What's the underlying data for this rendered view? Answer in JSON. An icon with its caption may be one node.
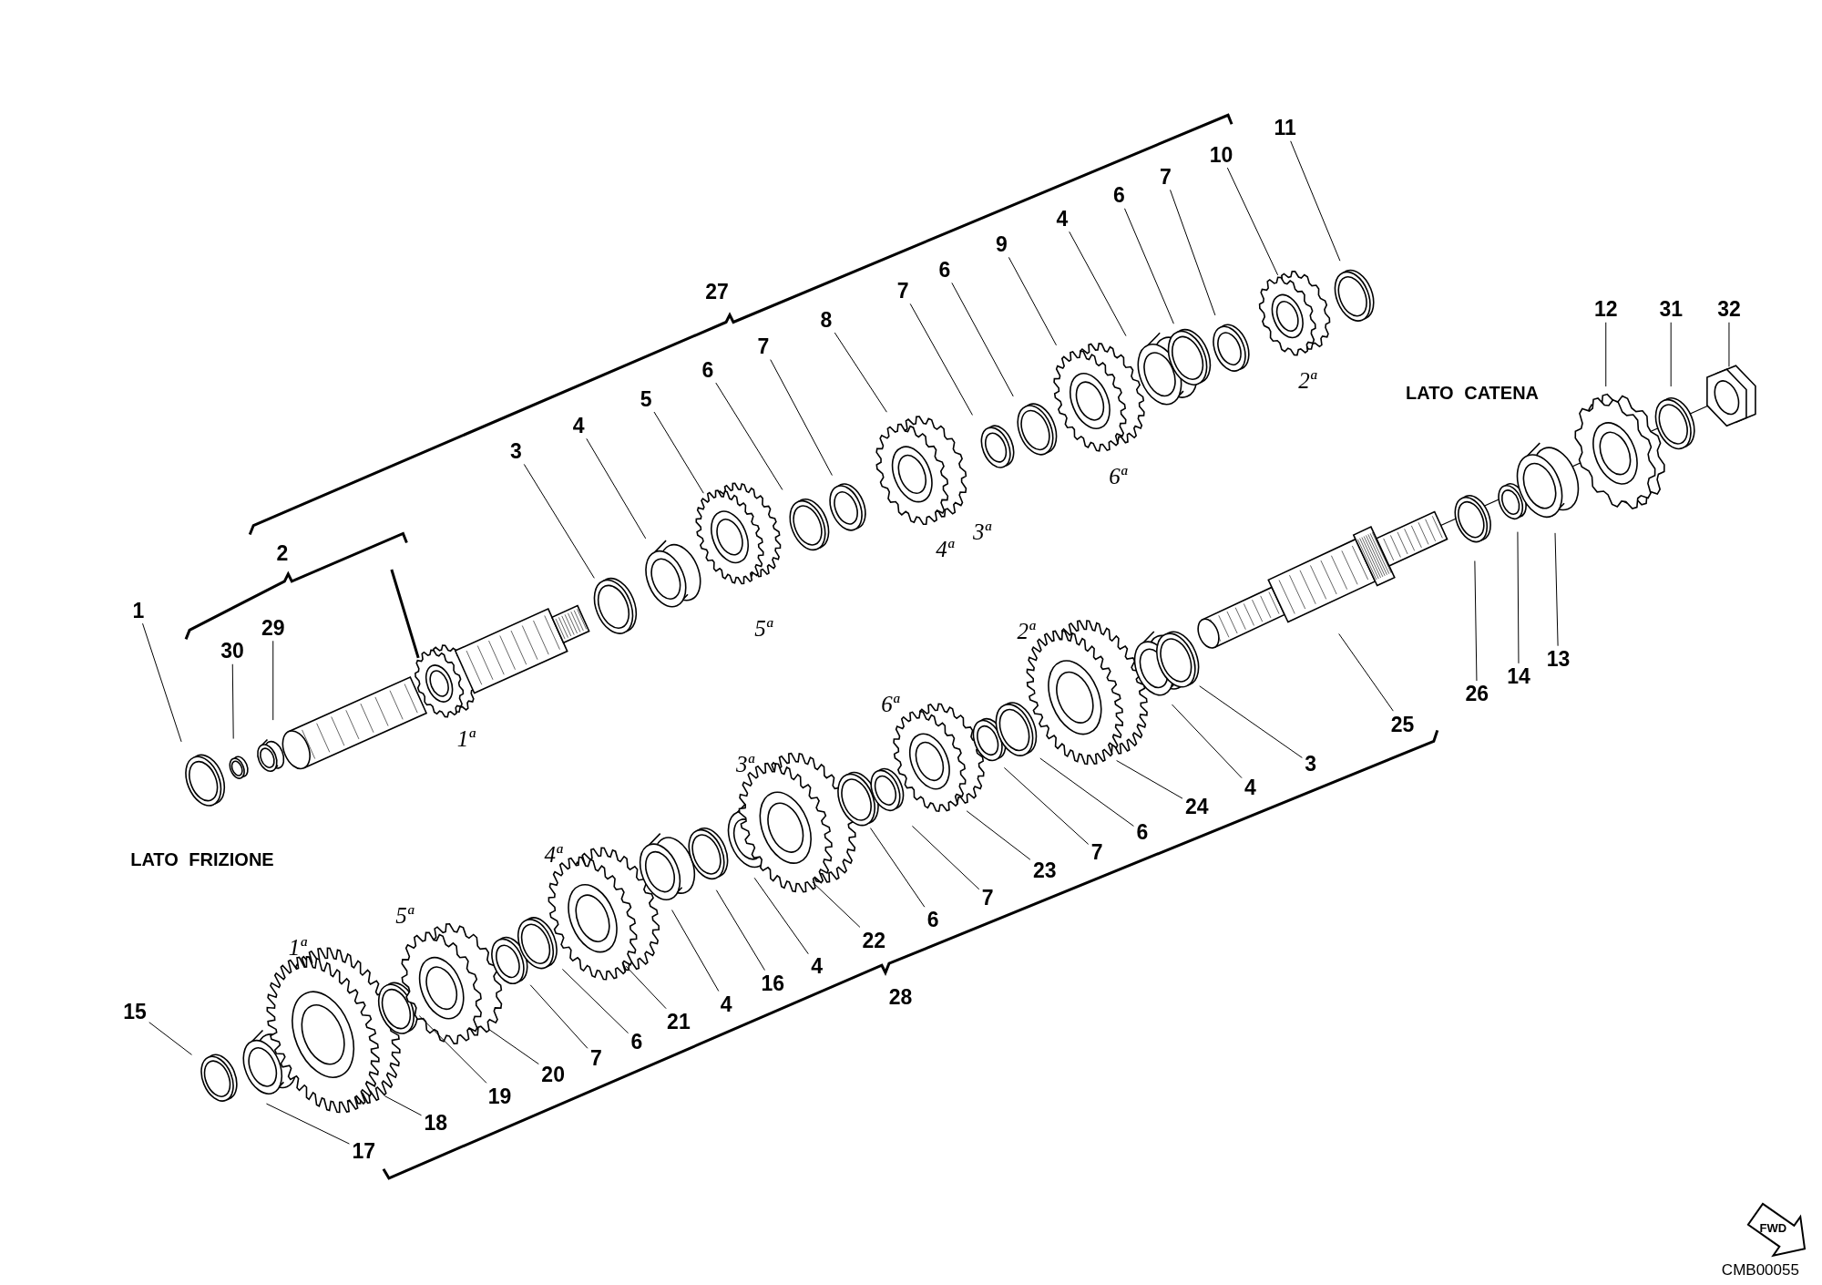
{
  "diagram": {
    "nodes": [
      {
        "text": [
          "1"
        ]
      },
      {
        "text": [
          "30"
        ]
      },
      {
        "text": [
          "29"
        ]
      },
      {
        "text": [
          "3"
        ]
      },
      {
        "text": [
          "4"
        ]
      },
      {
        "text": [
          "5"
        ]
      },
      {
        "text": [
          "6"
        ]
      },
      {
        "text": [
          "7"
        ]
      },
      {
        "text": [
          "8"
        ]
      },
      {
        "text": [
          "7"
        ]
      },
      {
        "text": [
          "6"
        ]
      },
      {
        "text": [
          "9"
        ]
      },
      {
        "text": [
          "4"
        ]
      },
      {
        "text": [
          "6"
        ]
      },
      {
        "text": [
          "7"
        ]
      },
      {
        "text": [
          "10"
        ]
      },
      {
        "text": [
          "11"
        ]
      },
      {
        "text": [
          "12"
        ]
      },
      {
        "text": [
          "31"
        ]
      },
      {
        "text": [
          "32"
        ]
      },
      {
        "text": [
          "26"
        ]
      },
      {
        "text": [
          "14"
        ]
      },
      {
        "text": [
          "13"
        ]
      },
      {
        "text": [
          "25"
        ]
      },
      {
        "text": [
          "3"
        ]
      },
      {
        "text": [
          "4"
        ]
      },
      {
        "text": [
          "24"
        ]
      },
      {
        "text": [
          "6"
        ]
      },
      {
        "text": [
          "7"
        ]
      },
      {
        "text": [
          "23"
        ]
      },
      {
        "text": [
          "7"
        ]
      },
      {
        "text": [
          "6"
        ]
      },
      {
        "text": [
          "22"
        ]
      },
      {
        "text": [
          "4"
        ]
      },
      {
        "text": [
          "16"
        ]
      },
      {
        "text": [
          "4"
        ]
      },
      {
        "text": [
          "21"
        ]
      },
      {
        "text": [
          "6"
        ]
      },
      {
        "text": [
          "7"
        ]
      },
      {
        "text": [
          "20"
        ]
      },
      {
        "text": [
          "19"
        ]
      },
      {
        "text": [
          "18"
        ]
      },
      {
        "text": [
          "17"
        ]
      },
      {
        "text": [
          "15"
        ]
      }
    ],
    "edges": [
      {
        "from": 0,
        "to": null,
        "arrow": "none"
      },
      {
        "from": 1,
        "to": null,
        "arrow": "none"
      },
      {
        "from": 2,
        "to": null,
        "arrow": "none"
      },
      {
        "from": 3,
        "to": null,
        "arrow": "none"
      },
      {
        "from": 4,
        "to": null,
        "arrow": "none"
      },
      {
        "from": 5,
        "to": null,
        "arrow": "none"
      },
      {
        "from": 6,
        "to": null,
        "arrow": "none"
      },
      {
        "from": 7,
        "to": null,
        "arrow": "none"
      },
      {
        "from": 8,
        "to": null,
        "arrow": "none"
      },
      {
        "from": 9,
        "to": null,
        "arrow": "none"
      },
      {
        "from": 10,
        "to": null,
        "arrow": "none"
      },
      {
        "from": 11,
        "to": null,
        "arrow": "none"
      },
      {
        "from": 12,
        "to": null,
        "arrow": "none"
      },
      {
        "from": 13,
        "to": null,
        "arrow": "none"
      },
      {
        "from": 14,
        "to": null,
        "arrow": "none"
      },
      {
        "from": 15,
        "to": null,
        "arrow": "none"
      },
      {
        "from": 16,
        "to": null,
        "arrow": "none"
      },
      {
        "from": 17,
        "to": null,
        "arrow": "none"
      },
      {
        "from": 18,
        "to": null,
        "arrow": "none"
      },
      {
        "from": 19,
        "to": null,
        "arrow": "none"
      },
      {
        "from": 20,
        "to": null,
        "arrow": "none"
      },
      {
        "from": 21,
        "to": null,
        "arrow": "none"
      },
      {
        "from": 22,
        "to": null,
        "arrow": "none"
      },
      {
        "from": 23,
        "to": null,
        "arrow": "none"
      },
      {
        "from": 24,
        "to": null,
        "arrow": "none"
      },
      {
        "from": 25,
        "to": null,
        "arrow": "none"
      },
      {
        "from": 26,
        "to": null,
        "arrow": "none"
      },
      {
        "from": 27,
        "to": null,
        "arrow": "none"
      },
      {
        "from": 28,
        "to": null,
        "arrow": "none"
      },
      {
        "from": 29,
        "to": null,
        "arrow": "none"
      },
      {
        "from": 30,
        "to": null,
        "arrow": "none"
      },
      {
        "from": 31,
        "to": null,
        "arrow": "none"
      },
      {
        "from": 32,
        "to": null,
        "arrow": "none"
      },
      {
        "from": 33,
        "to": null,
        "arrow": "none"
      },
      {
        "from": 34,
        "to": null,
        "arrow": "none"
      },
      {
        "from": 35,
        "to": null,
        "arrow": "none"
      },
      {
        "from": 36,
        "to": null,
        "arrow": "none"
      },
      {
        "from": 37,
        "to": null,
        "arrow": "none"
      },
      {
        "from": 38,
        "to": null,
        "arrow": "none"
      },
      {
        "from": 39,
        "to": null,
        "arrow": "none"
      },
      {
        "from": 40,
        "to": null,
        "arrow": "none"
      },
      {
        "from": 41,
        "to": null,
        "arrow": "none"
      },
      {
        "from": 42,
        "to": null,
        "arrow": "none"
      },
      {
        "from": 43,
        "to": null,
        "arrow": "none"
      }
    ],
    "labels": [
      "27",
      "2",
      "LATO CATENA",
      "2ª",
      "6ª",
      "4ª",
      "3ª",
      "5ª",
      "1ª",
      "2ª",
      "6ª",
      "3ª",
      "LATO FRIZIONE",
      "4ª",
      "5ª",
      "1ª",
      "28",
      "FWD",
      "CMB00055"
    ]
  }
}
